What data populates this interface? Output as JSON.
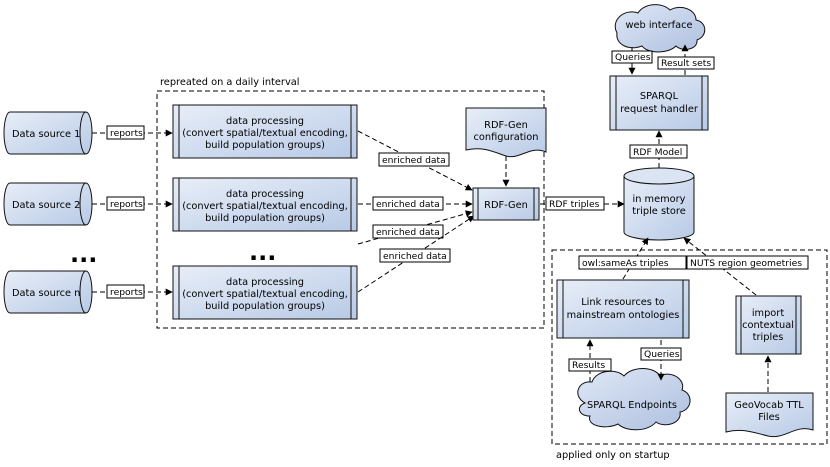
{
  "regions": {
    "daily": "repreated on a daily interval",
    "startup": "applied only on startup"
  },
  "sources": [
    {
      "label": "Data source 1"
    },
    {
      "label": "Data source 2"
    },
    {
      "label": "Data source n"
    }
  ],
  "ellipsis": "...",
  "processing": {
    "line1": "data processing",
    "line2": "(convert spatial/textual encoding,",
    "line3": "build population groups)"
  },
  "edge_labels": {
    "reports": "reports",
    "enriched_data": "enriched data",
    "rdf_triples": "RDF triples",
    "rdf_model": "RDF Model",
    "queries": "Queries",
    "result_sets": "Result sets",
    "owl_sameas": "owl:sameAs triples",
    "nuts": "NUTS region geometries",
    "results": "Results"
  },
  "rdfgen": {
    "label": "RDF-Gen"
  },
  "rdfgen_config": {
    "line1": "RDF-Gen",
    "line2": "configuration"
  },
  "store": {
    "line1": "in memory",
    "line2": "triple store"
  },
  "web_interface": {
    "label": "web interface"
  },
  "sparql_handler": {
    "line1": "SPARQL",
    "line2": "request handler"
  },
  "link": {
    "line1": "Link resources to",
    "line2": "mainstream ontologies"
  },
  "import": {
    "line1": "import",
    "line2": "contextual",
    "line3": "triples"
  },
  "endpoints": {
    "label": "SPARQL Endpoints"
  },
  "geovocab": {
    "line1": "GeoVocab TTL",
    "line2": "Files"
  },
  "colors": {
    "box_fill": "#c9d7ee",
    "box_stroke": "#111111"
  }
}
